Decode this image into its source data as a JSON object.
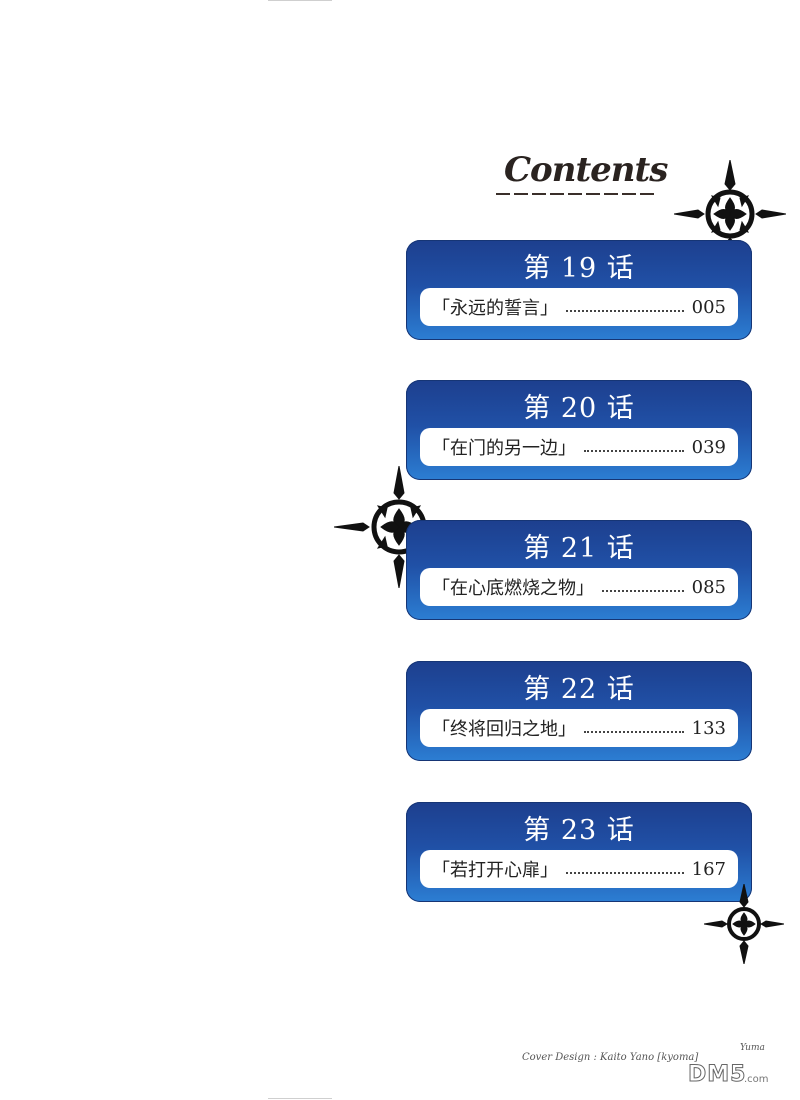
{
  "header": {
    "title": "Contents"
  },
  "chapters": [
    {
      "heading": "第 19 话",
      "title": "「永远的誓言」",
      "page": "005"
    },
    {
      "heading": "第 20 话",
      "title": "「在门的另一边」",
      "page": "039"
    },
    {
      "heading": "第 21 话",
      "title": "「在心底燃烧之物」",
      "page": "085"
    },
    {
      "heading": "第 22 话",
      "title": "「终将回归之地」",
      "page": "133"
    },
    {
      "heading": "第 23 话",
      "title": "「若打开心扉」",
      "page": "167"
    }
  ],
  "footer": {
    "credit": "Cover Design : Kaito Yano [kyoma]",
    "signature": "Yuma",
    "watermark": "DM5",
    "watermark_domain": ".com"
  },
  "colors": {
    "banner_top": "#1d3f8e",
    "banner_bottom": "#2c7ed3",
    "ornament": "#111111"
  },
  "icons": [
    "ornament-icon"
  ]
}
